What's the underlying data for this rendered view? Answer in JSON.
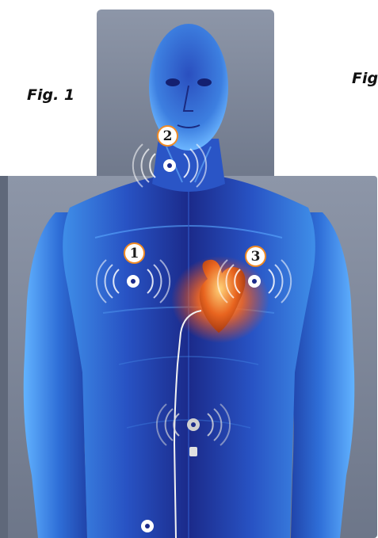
{
  "figure": {
    "label_left": "Fig. 1",
    "label_right": "Fig"
  },
  "sensors": [
    {
      "number": "1",
      "location": "right-chest"
    },
    {
      "number": "2",
      "location": "neck"
    },
    {
      "number": "3",
      "location": "left-chest"
    }
  ],
  "colors": {
    "body_light": "#4a9cf0",
    "body_dark": "#1a237e",
    "heart_glow": "#ff6a1a",
    "badge_border": "#f08a24",
    "backboard": "#7d8698"
  }
}
